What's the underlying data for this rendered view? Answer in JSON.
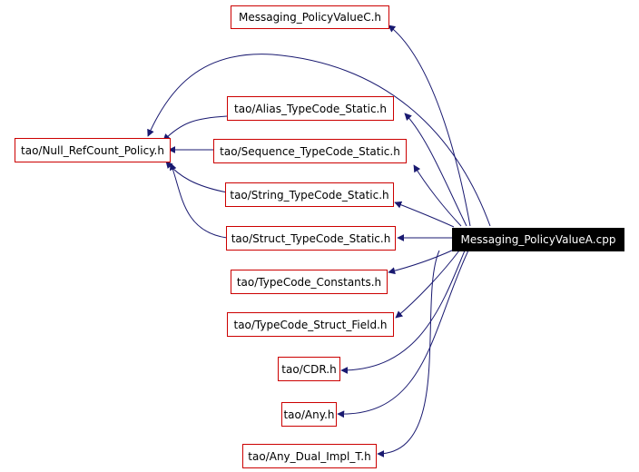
{
  "colors": {
    "node_border": "#cc0000",
    "edge": "#191970",
    "root_fill": "#000000",
    "root_text": "#ffffff"
  },
  "nodes": {
    "root": "Messaging_PolicyValueA.cpp",
    "policy_value_c": "Messaging_PolicyValueC.h",
    "null_refcount": "tao/Null_RefCount_Policy.h",
    "alias_typecode": "tao/Alias_TypeCode_Static.h",
    "sequence_typecode": "tao/Sequence_TypeCode_Static.h",
    "string_typecode": "tao/String_TypeCode_Static.h",
    "struct_typecode": "tao/Struct_TypeCode_Static.h",
    "typecode_constants": "tao/TypeCode_Constants.h",
    "typecode_struct_field": "tao/TypeCode_Struct_Field.h",
    "cdr": "tao/CDR.h",
    "any": "tao/Any.h",
    "any_dual_impl": "tao/Any_Dual_Impl_T.h"
  }
}
